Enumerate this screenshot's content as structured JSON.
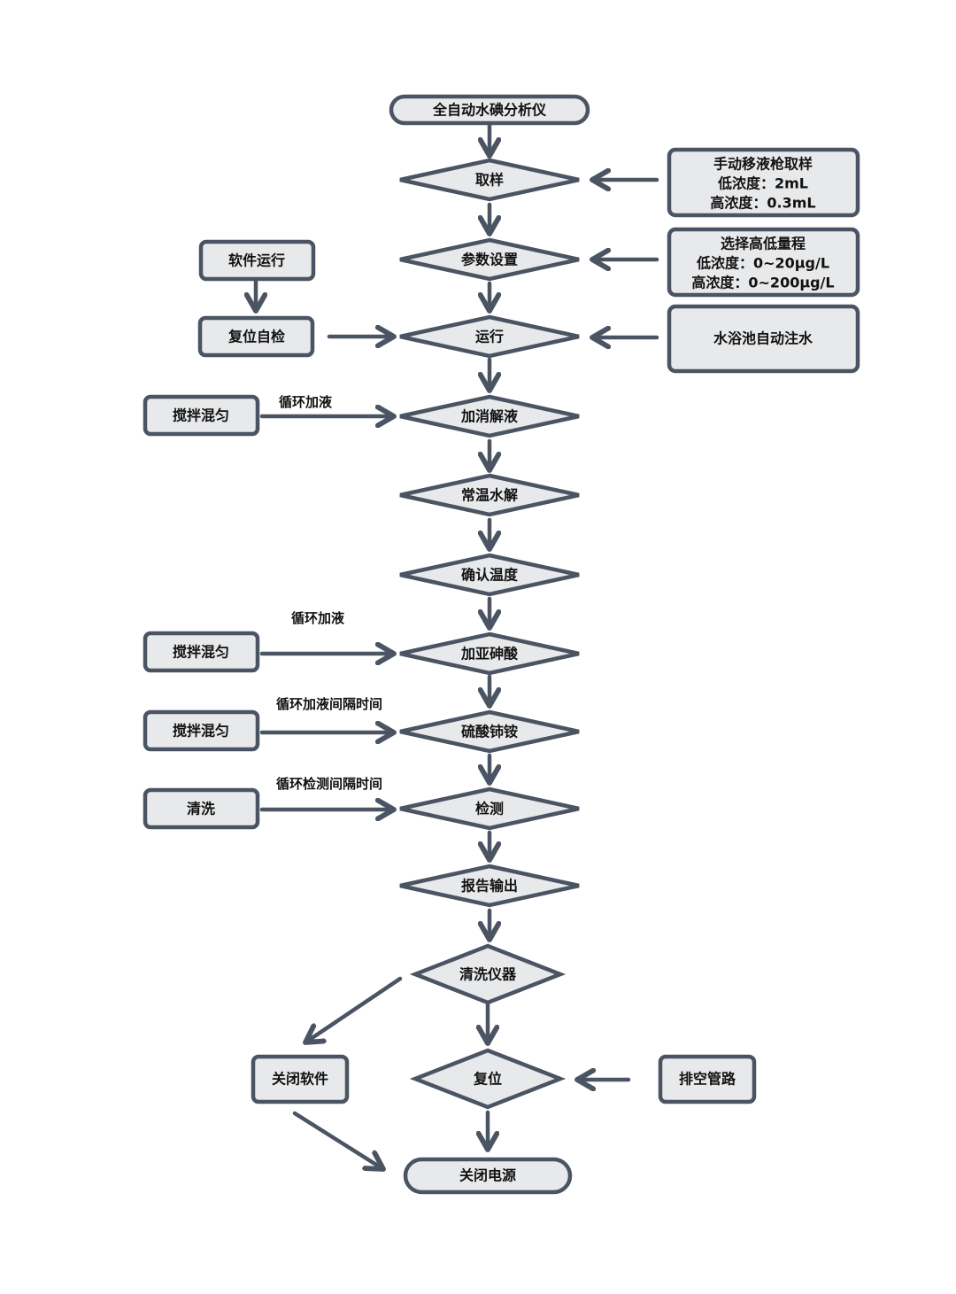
{
  "title": "全自动水碘分析仪",
  "main_steps": {
    "sampling": "取样",
    "param_setting": "参数设置",
    "run": "运行",
    "add_digestion": "加消解液",
    "room_temp_hydrolysis": "常温水解",
    "confirm_temp": "确认温度",
    "add_arsenite": "加亚砷酸",
    "ceric_ammonium_sulfate": "硫酸铈铵",
    "detect": "检测",
    "report_output": "报告输出",
    "clean_instrument": "清洗仪器",
    "reset": "复位"
  },
  "end": "关闭电源",
  "side_boxes": {
    "manual_sampling": [
      "手动移液枪取样",
      "低浓度：2mL",
      "高浓度：0.3mL"
    ],
    "range_select": [
      "选择高低量程",
      "低浓度：0~20μg/L",
      "高浓度：0~200μg/L"
    ],
    "water_bath": "水浴池自动注水",
    "software_run": "软件运行",
    "reset_selfcheck": "复位自检",
    "stir_mix_1": "搅拌混匀",
    "stir_mix_2": "搅拌混匀",
    "stir_mix_3": "搅拌混匀",
    "wash": "清洗",
    "close_software": "关闭软件",
    "drain_pipes": "排空管路"
  },
  "arrow_labels": {
    "cycle_add_1": "循环加液",
    "cycle_add_2": "循环加液",
    "cycle_add_interval": "循环加液间隔时间",
    "cycle_detect_interval": "循环检测间隔时间"
  }
}
